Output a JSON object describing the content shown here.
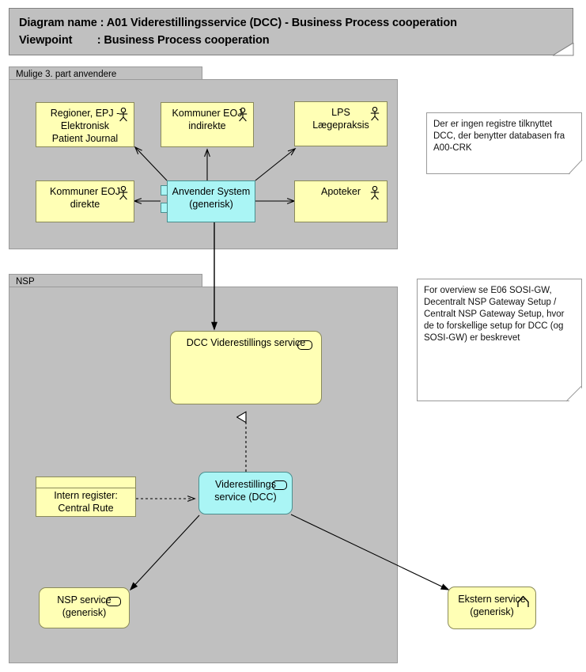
{
  "header": {
    "label_diagram": "Diagram name",
    "label_viewpoint": "Viewpoint",
    "sep": ":",
    "diagram_name": "A01 Viderestillingsservice (DCC) - Business Process cooperation",
    "viewpoint": "Business Process cooperation",
    "line1": "Diagram name : A01 Viderestillingsservice (DCC) - Business Process cooperation",
    "line2": "Viewpoint        : Business Process cooperation"
  },
  "groups": [
    {
      "id": "group-3part",
      "title": "Mulige 3. part anvendere"
    },
    {
      "id": "group-nsp",
      "title": "NSP"
    }
  ],
  "nodes": {
    "regioner_epj": {
      "label": "Regioner, EPJ -\nElektronisk\nPatient Journal",
      "icon": "actor-icon",
      "type": "business-actor"
    },
    "kommuner_ind": {
      "label": "Kommuner EOJ\nindirekte",
      "icon": "actor-icon",
      "type": "business-actor"
    },
    "lps": {
      "label": "LPS\nLægepraksis",
      "icon": "actor-icon",
      "type": "business-actor"
    },
    "kommuner_dir": {
      "label": "Kommuner EOJ\ndirekte",
      "icon": "actor-icon",
      "type": "business-actor"
    },
    "apoteker": {
      "label": "Apoteker",
      "icon": "actor-icon",
      "type": "business-actor"
    },
    "anvender_system": {
      "label": "Anvender System\n(generisk)",
      "icon": "component-icon",
      "type": "application-component"
    },
    "dcc_service": {
      "label": "DCC Viderestillings service",
      "icon": "service-icon",
      "type": "business-service"
    },
    "intern_register": {
      "label": "Intern register:\nCentral Rute\nKonfiguration (CRK)",
      "icon": "none",
      "type": "business-object"
    },
    "viderestillings": {
      "label": "Viderestillings\nservice (DCC)",
      "icon": "service-icon",
      "type": "application-service"
    },
    "nsp_service": {
      "label": "NSP service\n(generisk)",
      "icon": "service-icon",
      "type": "application-service"
    },
    "ekstern_service": {
      "label": "Ekstern service\n(generisk)",
      "icon": "chevron-icon",
      "type": "business-function"
    }
  },
  "notes": [
    {
      "id": "note-1",
      "text": "Der er ingen registre tilknyttet DCC, der benytter databasen fra A00-CRK"
    },
    {
      "id": "note-2",
      "text": "For overview se E06 SOSI-GW, Decentralt NSP Gateway Setup / Centralt NSP Gateway Setup, hvor de to forskellige setup for DCC (og SOSI-GW) er beskrevet"
    }
  ],
  "colors": {
    "group_fill": "#c0c0c0",
    "yellow_fill": "#ffffb5",
    "cyan_fill": "#aaf5f5",
    "note_fill": "#ffffff",
    "line": "#000000",
    "canvas": "#ffffff"
  }
}
